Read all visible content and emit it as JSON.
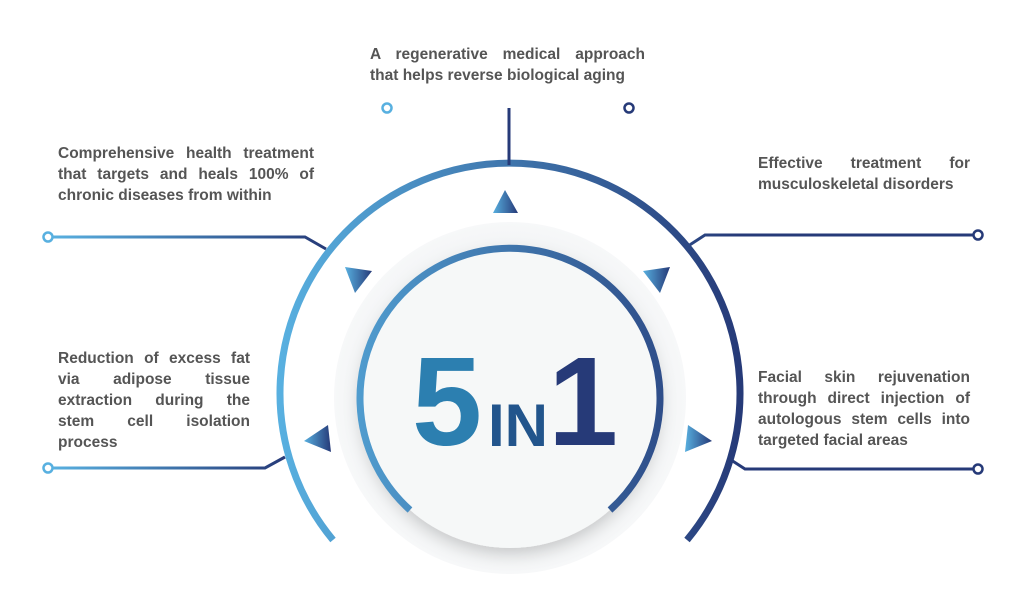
{
  "center": {
    "big_left": "5",
    "small": "IN",
    "big_right": "1"
  },
  "items": [
    {
      "text": "A regenerative medical approach that helps reverse biological aging"
    },
    {
      "text": "Comprehensive health treatment that targets and heals 100% of chronic diseases from within"
    },
    {
      "text": "Effective treatment for musculoskeletal disorders"
    },
    {
      "text": "Reduction of excess fat via adipose tissue extraction during the stem cell isolation process"
    },
    {
      "text": "Facial skin rejuvenation through direct injection of autologous stem cells into targeted facial areas"
    }
  ],
  "colors": {
    "light": "#58b0e0",
    "dark": "#263a78",
    "text": "#555555"
  }
}
